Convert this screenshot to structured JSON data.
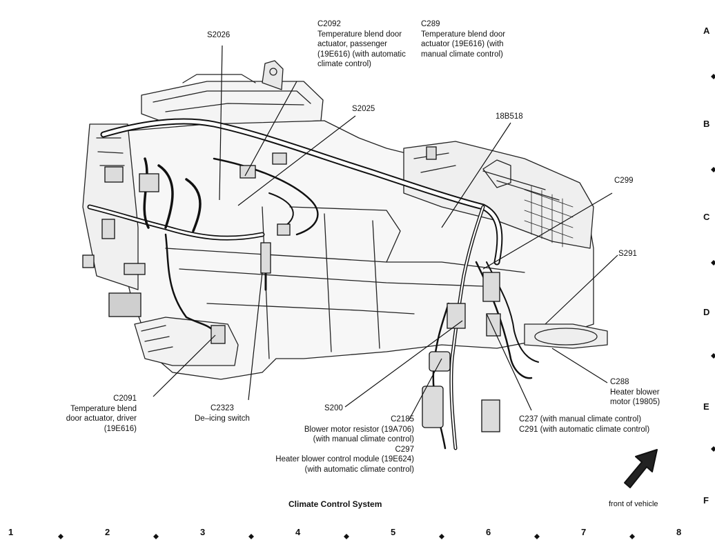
{
  "callouts": {
    "s2026": {
      "lines": [
        "S2026"
      ]
    },
    "c2092": {
      "lines": [
        "C2092",
        "Temperature blend door",
        "actuator, passenger",
        "(19E616) (with automatic",
        "climate control)"
      ]
    },
    "c289": {
      "lines": [
        "C289",
        "Temperature blend door",
        "actuator (19E616) (with",
        "manual climate control)"
      ]
    },
    "s2025": {
      "lines": [
        "S2025"
      ]
    },
    "b18b518": {
      "lines": [
        "18B518"
      ]
    },
    "c299": {
      "lines": [
        "C299"
      ]
    },
    "s291": {
      "lines": [
        "S291"
      ]
    },
    "c288": {
      "lines": [
        "C288",
        "Heater blower",
        "motor (19805)"
      ]
    },
    "c2091": {
      "lines": [
        "C2091",
        "Temperature blend",
        "door actuator, driver",
        "(19E616)"
      ]
    },
    "c2323": {
      "lines": [
        "C2323",
        "De–icing switch"
      ]
    },
    "s200": {
      "lines": [
        "S200"
      ]
    },
    "c2185": {
      "lines": [
        "C2185",
        "Blower motor resistor (19A706)",
        "(with manual climate control)",
        "C297",
        "Heater blower control module (19E624)",
        "(with automatic climate control)"
      ]
    },
    "c237": {
      "lines": [
        "C237 (with manual climate control)",
        "C291 (with automatic climate control)"
      ]
    }
  },
  "caption": "Climate Control System",
  "front_label": "front of vehicle",
  "grid_rows": [
    "A",
    "B",
    "C",
    "D",
    "E",
    "F"
  ],
  "grid_cols": [
    "1",
    "2",
    "3",
    "4",
    "5",
    "6",
    "7",
    "8"
  ]
}
